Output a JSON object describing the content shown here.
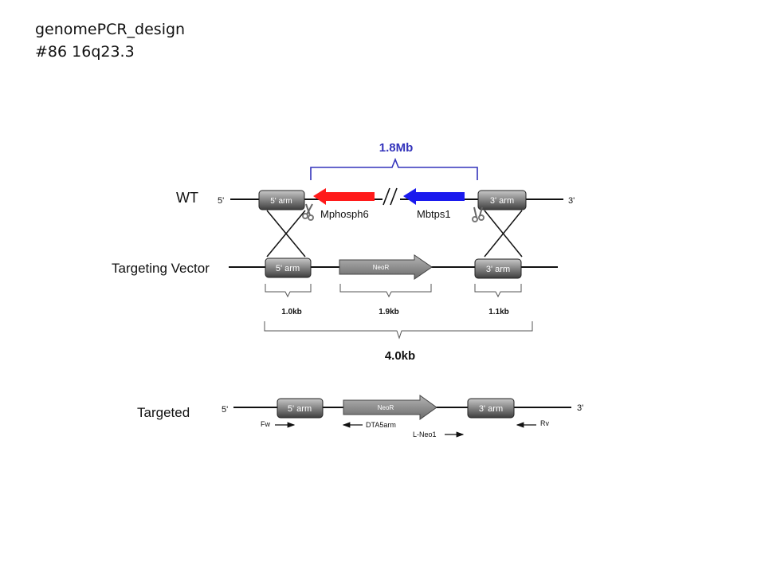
{
  "header": {
    "line1": "genomePCR_design",
    "line2": "#86  16q23.3"
  },
  "wt": {
    "label": "WT",
    "end5": "5'",
    "end3": "3'",
    "arm5": "5' arm",
    "arm3": "3' arm",
    "gene1": "Mphosph6",
    "gene2": "Mbtps1",
    "span": "1.8Mb",
    "gene1_color": "#ff1a1a",
    "gene2_color": "#1a1aee",
    "span_color": "#3333bb"
  },
  "vector": {
    "label": "Targeting Vector",
    "arm5": "5' arm",
    "neo": "NeoR",
    "arm3": "3' arm",
    "size_arm5": "1.0kb",
    "size_neo": "1.9kb",
    "size_arm3": "1.1kb",
    "size_total": "4.0kb"
  },
  "targeted": {
    "label": "Targeted",
    "end5": "5'",
    "end3": "3'",
    "arm5": "5' arm",
    "neo": "NeoR",
    "arm3": "3' arm",
    "primers": {
      "fw": "Fw",
      "dta": "DTA5arm",
      "lneo": "L-Neo1",
      "rv": "Rv"
    }
  }
}
